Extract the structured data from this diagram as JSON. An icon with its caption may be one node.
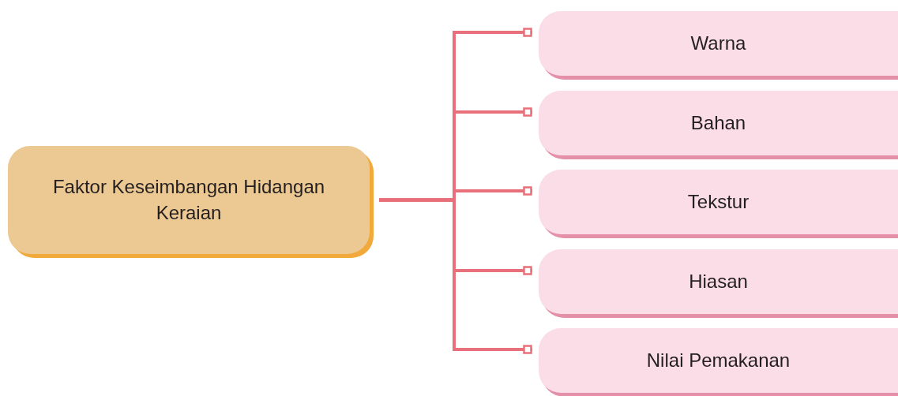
{
  "diagram": {
    "nodes": [
      {
        "text": [
          "Faktor Keseimbangan Hidangan Keraian"
        ]
      },
      {
        "text": [
          "Warna"
        ]
      },
      {
        "text": [
          "Bahan"
        ]
      },
      {
        "text": [
          "Tekstur"
        ]
      },
      {
        "text": [
          "Hiasan"
        ]
      },
      {
        "text": [
          "Nilai Pemakanan"
        ]
      }
    ],
    "edges": [
      {
        "from": 0,
        "to": 1,
        "arrow": "other"
      },
      {
        "from": 0,
        "to": 2,
        "arrow": "other"
      },
      {
        "from": 0,
        "to": 3,
        "arrow": "other"
      },
      {
        "from": 0,
        "to": 4,
        "arrow": "other"
      },
      {
        "from": 0,
        "to": 5,
        "arrow": "other"
      }
    ]
  }
}
